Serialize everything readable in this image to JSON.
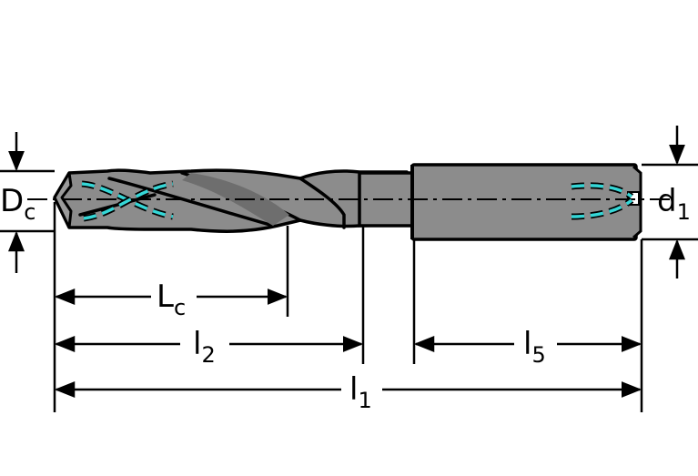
{
  "labels": {
    "dc_main": "D",
    "dc_sub": "c",
    "d1_main": "d",
    "d1_sub": "1",
    "lc_main": "L",
    "lc_sub": "c",
    "l2_main": "l",
    "l2_sub": "2",
    "l5_main": "l",
    "l5_sub": "5",
    "l1_main": "l",
    "l1_sub": "1"
  },
  "colors": {
    "body": "#8c8c8c",
    "body_dark": "#6e6e6e",
    "coolant": "#35d6d6",
    "line": "#000000"
  }
}
